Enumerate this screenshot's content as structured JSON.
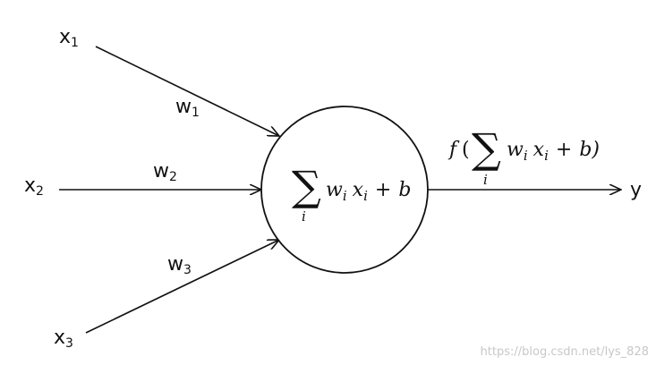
{
  "inputs": [
    {
      "name": "x",
      "sub": "1"
    },
    {
      "name": "x",
      "sub": "2"
    },
    {
      "name": "x",
      "sub": "3"
    }
  ],
  "weights": [
    {
      "name": "w",
      "sub": "1"
    },
    {
      "name": "w",
      "sub": "2"
    },
    {
      "name": "w",
      "sub": "3"
    }
  ],
  "neuron": {
    "sigma": "∑",
    "index": "i",
    "w": "w",
    "w_sub": "i",
    "x": "x",
    "x_sub": "i",
    "plus": "+",
    "b": "b"
  },
  "activation": {
    "f": "f",
    "open_paren": "(",
    "sigma": "∑",
    "index": "i",
    "w": "w",
    "w_sub": "i",
    "x": "x",
    "x_sub": "i",
    "plus": "+",
    "b": "b",
    "close_paren": ")"
  },
  "output": {
    "label": "y"
  },
  "watermark": "https://blog.csdn.net/lys_828"
}
